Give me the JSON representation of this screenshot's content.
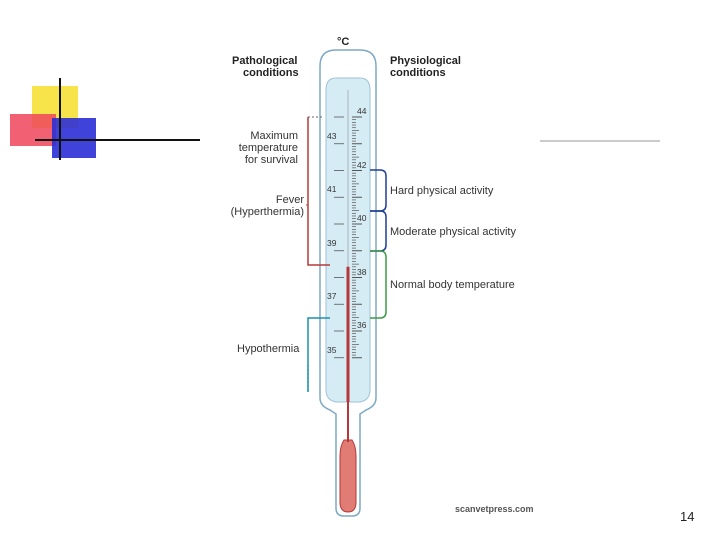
{
  "colors": {
    "deco_yellow": "#f7e34a",
    "deco_red": "#f0455a",
    "deco_blue": "#2b2fd6",
    "tube_fill": "#d6ecf5",
    "tube_stroke": "#7ea9c4",
    "mercury": "#b5373a",
    "bulb": "#e07c74",
    "bracket_red": "#b83a3a",
    "bracket_blue": "#1f3f8f",
    "bracket_green": "#3e9a45",
    "bracket_teal": "#1d8fae"
  },
  "header": {
    "unit": "°C",
    "left_title_1": "Pathological",
    "left_title_2": "conditions",
    "right_title_1": "Physiological",
    "right_title_2": "conditions"
  },
  "scale": {
    "right_ticks": [
      {
        "value": 44,
        "label": "44"
      },
      {
        "value": 42,
        "label": "42"
      },
      {
        "value": 40,
        "label": "40"
      },
      {
        "value": 38,
        "label": "38"
      },
      {
        "value": 36,
        "label": "36"
      }
    ],
    "left_ticks": [
      {
        "value": 43,
        "label": "43"
      },
      {
        "value": 41,
        "label": "41"
      },
      {
        "value": 39,
        "label": "39"
      },
      {
        "value": 37,
        "label": "37"
      },
      {
        "value": 35,
        "label": "35"
      }
    ],
    "mercury_level": 38.4
  },
  "left_labels": {
    "max_1": "Maximum",
    "max_2": "temperature",
    "max_3": "for survival",
    "fever_1": "Fever",
    "fever_2": "(Hyperthermia)",
    "hypo": "Hypothermia"
  },
  "right_labels": {
    "hard": "Hard physical activity",
    "moderate": "Moderate physical activity",
    "normal": "Normal body temperature"
  },
  "credit": "scanvetpress.com",
  "page_number": "14"
}
